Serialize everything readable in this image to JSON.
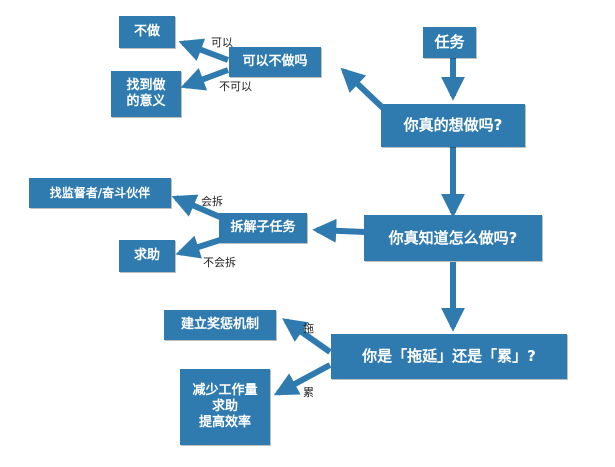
{
  "colors": {
    "node_fill": "#2f7bb0",
    "node_text": "#ffffff",
    "arrow": "#2f7bb0",
    "label_text": "#222222",
    "background": "#ffffff"
  },
  "nodes": {
    "task": "任务",
    "really_want": "你真的想做吗?",
    "can_skip": "可以不做吗",
    "dont_do": "不做",
    "find_meaning": "找到做\n的意义",
    "know_how": "你真知道怎么做吗?",
    "break_down": "拆解子任务",
    "find_supervisor": "找监督者/奋斗伙伴",
    "ask_help": "求助",
    "procrastinate_or_tired": "你是「拖延」还是「累」?",
    "build_rewards": "建立奖惩机制",
    "reduce_work": "减少工作量\n求助\n提高效率"
  },
  "edge_labels": {
    "can": "可以",
    "cannot": "不可以",
    "can_split": "会拆",
    "cannot_split": "不会拆",
    "procrastinate": "拖",
    "tired": "累"
  }
}
